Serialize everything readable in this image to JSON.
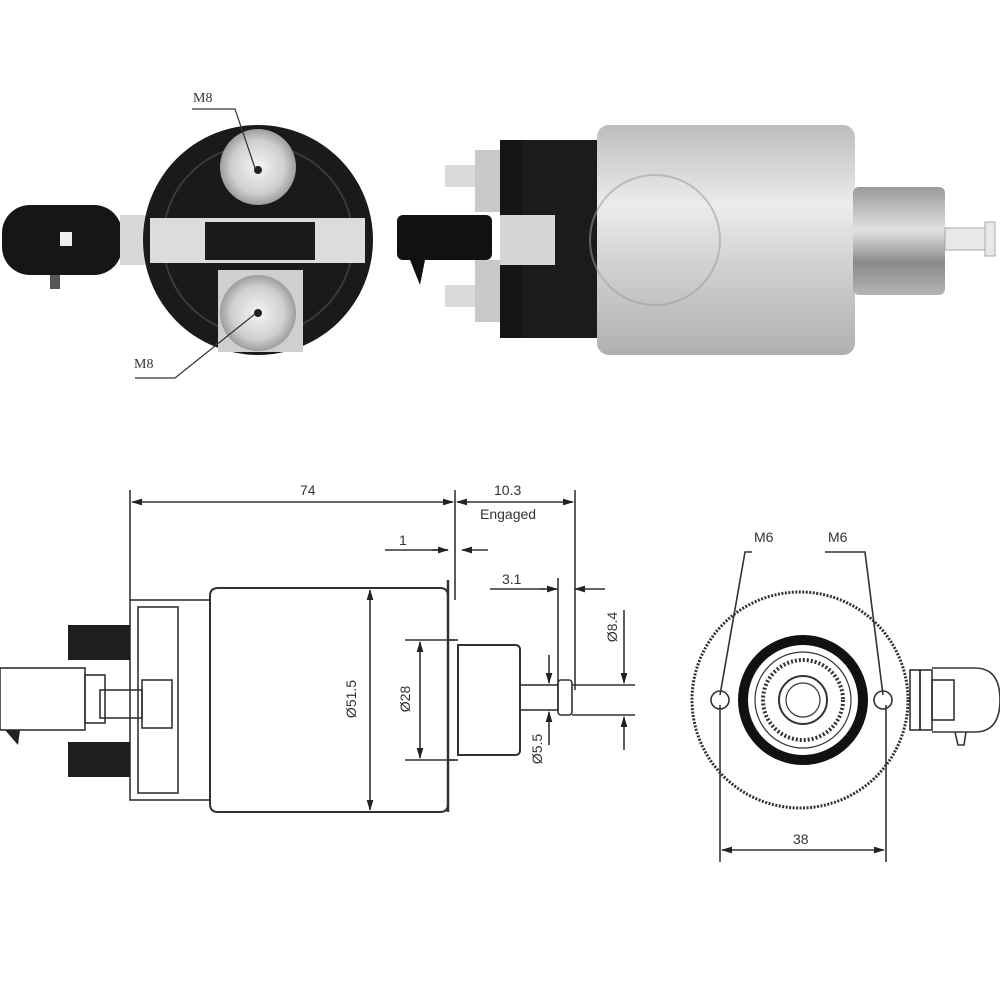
{
  "product": {
    "type": "starter-solenoid",
    "photos": {
      "end_view": {
        "thread_top": "M8",
        "thread_bottom": "M8"
      },
      "side_view": {}
    }
  },
  "drawing": {
    "side_view": {
      "length_body": "74",
      "plunger_travel": "10.3",
      "plunger_travel_note": "Engaged",
      "flange_thickness": "1",
      "tip_length": "3.1",
      "diameter_body": "Ø51.5",
      "diameter_boss": "Ø28",
      "diameter_tip": "Ø8.4",
      "diameter_shaft": "Ø5.5"
    },
    "front_view": {
      "thread_left": "M6",
      "thread_right": "M6",
      "hole_spacing": "38"
    }
  },
  "colors": {
    "line": "#333333",
    "body_silver": "#d9d9d9",
    "cap_black": "#1a1a1a",
    "background": "#ffffff"
  }
}
